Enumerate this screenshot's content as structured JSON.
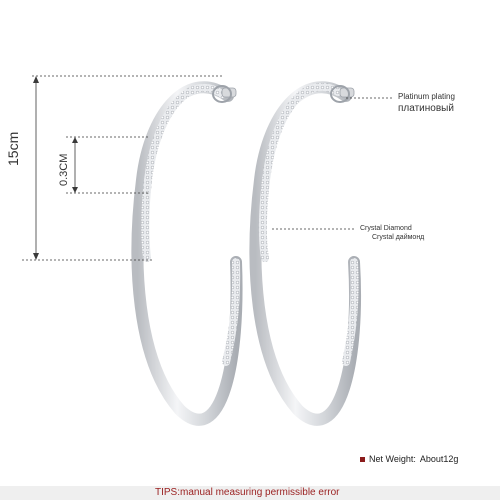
{
  "labels": {
    "length": "15cm",
    "width": "0.3CM",
    "plating_en": "Platinum plating",
    "plating_ru": "платиновый",
    "diamond_en": "Crystal Diamond",
    "diamond_ru": "Crystal даймонд"
  },
  "weight": {
    "label": "Net Weight:",
    "value": "About12g"
  },
  "tips": "TIPS:manual measuring permissible error",
  "colors": {
    "background": "#ffffff",
    "dim_line": "#3a3a3a",
    "metal": "#c9ccd0",
    "tips_text": "#9a1f1f",
    "accent": "#8b1c1c"
  }
}
